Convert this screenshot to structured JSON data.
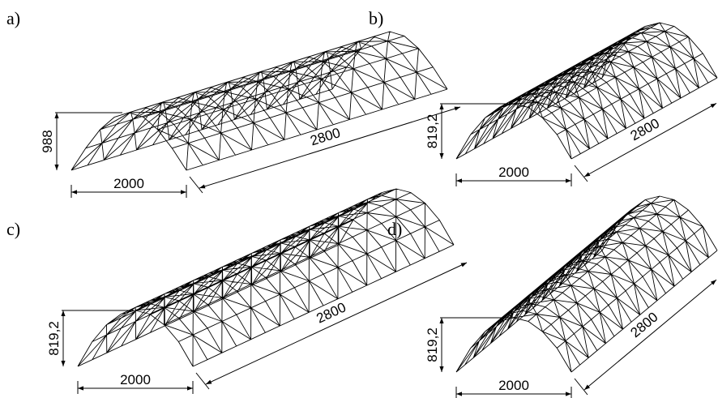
{
  "panels": [
    {
      "label": "a)",
      "rise": "988",
      "length": "2800",
      "span": "2000"
    },
    {
      "label": "b)",
      "rise": "819,2",
      "length": "2800",
      "span": "2000"
    },
    {
      "label": "c)",
      "rise": "819,2",
      "length": "2800",
      "span": "2000"
    },
    {
      "label": "d)",
      "rise": "819,2",
      "length": "2800",
      "span": "2000"
    }
  ]
}
